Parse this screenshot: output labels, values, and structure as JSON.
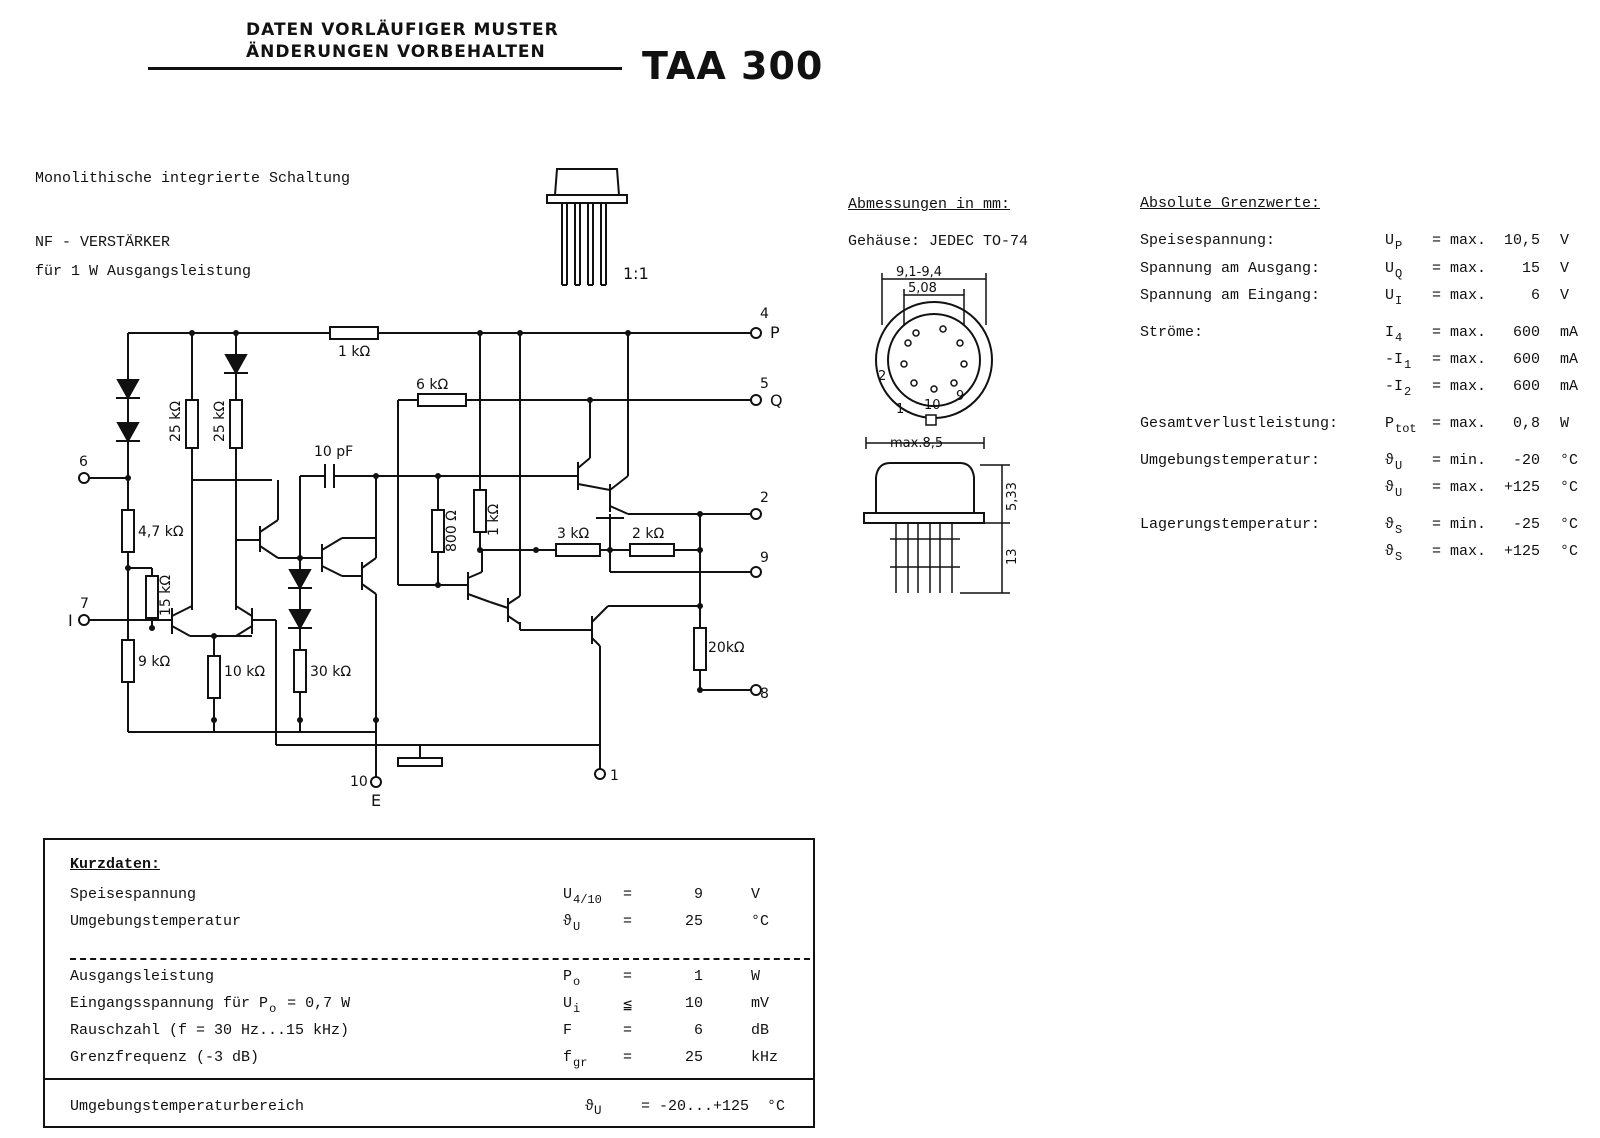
{
  "header": {
    "line1": "DATEN VORLÄUFIGER MUSTER",
    "line2": "ÄNDERUNGEN VORBEHALTEN",
    "part": "TAA 300"
  },
  "intro": {
    "line1": "Monolithische integrierte Schaltung",
    "line2": "NF - VERSTÄRKER",
    "line3": "für 1 W Ausgangsleistung",
    "scale": "1:1"
  },
  "schematic": {
    "resistors": [
      "1 kΩ",
      "6 kΩ",
      "25 kΩ",
      "25 kΩ",
      "4,7 kΩ",
      "15 kΩ",
      "9 kΩ",
      "10 kΩ",
      "30 kΩ",
      "800 Ω",
      "1 kΩ",
      "3 kΩ",
      "2 kΩ",
      "20kΩ"
    ],
    "capacitor": "10 pF",
    "pins": {
      "p4": "4",
      "p4_name": "P",
      "p5": "5",
      "p5_name": "Q",
      "p2": "2",
      "p9": "9",
      "p8": "8",
      "p6": "6",
      "p7": "7",
      "p7_name": "I",
      "p10": "10",
      "p10_name": "E",
      "p1": "1"
    }
  },
  "dimensions": {
    "title": "Abmessungen in mm:",
    "housing": "Gehäuse: JEDEC TO-74",
    "dim_outer": "9,1-9,4",
    "dim_pitch": "5,08",
    "dim_max": "max.8,5",
    "dim_height": "5,33",
    "dim_leads": "13",
    "pin_labels": [
      "1",
      "2",
      "10",
      "9"
    ]
  },
  "limits": {
    "title": "Absolute Grenzwerte:",
    "rows": [
      {
        "label": "Speisespannung:",
        "sym": "U",
        "sub": "P",
        "rel": "= max.",
        "val": "10,5",
        "unit": "V"
      },
      {
        "label": "Spannung am Ausgang:",
        "sym": "U",
        "sub": "Q",
        "rel": "= max.",
        "val": "15",
        "unit": "V"
      },
      {
        "label": "Spannung am Eingang:",
        "sym": "U",
        "sub": "I",
        "rel": "= max.",
        "val": "6",
        "unit": "V"
      },
      {
        "label": "Ströme:",
        "sym": "I",
        "sub": "4",
        "rel": "= max.",
        "val": "600",
        "unit": "mA"
      },
      {
        "label": "",
        "sym": "-I",
        "sub": "1",
        "rel": "= max.",
        "val": "600",
        "unit": "mA"
      },
      {
        "label": "",
        "sym": "-I",
        "sub": "2",
        "rel": "= max.",
        "val": "600",
        "unit": "mA"
      },
      {
        "label": "Gesamtverlustleistung:",
        "sym": "P",
        "sub": "tot",
        "rel": "= max.",
        "val": "0,8",
        "unit": "W"
      },
      {
        "label": "Umgebungstemperatur:",
        "sym": "ϑ",
        "sub": "U",
        "rel": "= min.",
        "val": "-20",
        "unit": "°C"
      },
      {
        "label": "",
        "sym": "ϑ",
        "sub": "U",
        "rel": "= max.",
        "val": "+125",
        "unit": "°C"
      },
      {
        "label": "Lagerungstemperatur:",
        "sym": "ϑ",
        "sub": "S",
        "rel": "= min.",
        "val": "-25",
        "unit": "°C"
      },
      {
        "label": "",
        "sym": "ϑ",
        "sub": "S",
        "rel": "= max.",
        "val": "+125",
        "unit": "°C"
      }
    ]
  },
  "kurzdaten": {
    "title": "Kurzdaten:",
    "rows": [
      {
        "label": "Speisespannung",
        "sym": "U",
        "sub": "4/10",
        "rel": "=",
        "val": "9",
        "unit": "V"
      },
      {
        "label": "Umgebungstemperatur",
        "sym": "ϑ",
        "sub": "U",
        "rel": "=",
        "val": "25",
        "unit": "°C"
      },
      {
        "label": "Ausgangsleistung",
        "sym": "P",
        "sub": "o",
        "rel": "=",
        "val": "1",
        "unit": "W"
      },
      {
        "label": "Eingangsspannung für P",
        "label_sub": "o",
        "label_tail": " = 0,7 W",
        "sym": "U",
        "sub": "i",
        "rel": "≦",
        "val": "10",
        "unit": "mV"
      },
      {
        "label": "Rauschzahl (f = 30 Hz...15 kHz)",
        "sym": "F",
        "sub": "",
        "rel": "=",
        "val": "6",
        "unit": "dB"
      },
      {
        "label": "Grenzfrequenz (-3 dB)",
        "sym": "f",
        "sub": "gr",
        "rel": "=",
        "val": "25",
        "unit": "kHz"
      }
    ],
    "footer": {
      "label": "Umgebungstemperaturbereich",
      "sym": "ϑ",
      "sub": "U",
      "val": "= -20...+125",
      "unit": "°C"
    }
  }
}
